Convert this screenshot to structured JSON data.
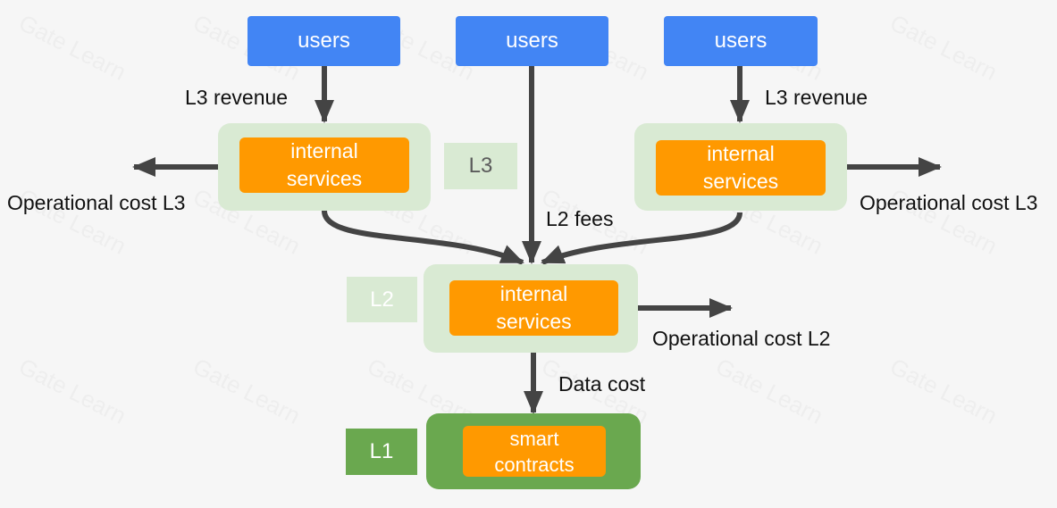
{
  "users": [
    "users",
    "users",
    "users"
  ],
  "layers": {
    "l3": "L3",
    "l2": "L2",
    "l1": "L1"
  },
  "services": {
    "left": "internal\nservices",
    "right": "internal\nservices",
    "l2": "internal\nservices",
    "l1": "smart\ncontracts"
  },
  "labels": {
    "l3_revenue_left": "L3 revenue",
    "l3_revenue_right": "L3 revenue",
    "l2_fees": "L2 fees",
    "operational_cost_l3_left": "Operational cost L3",
    "operational_cost_l3_right": "Operational cost L3",
    "operational_cost_l2": "Operational cost L2",
    "data_cost": "Data cost"
  },
  "watermark": "Gate Learn",
  "colors": {
    "users": "#4285f4",
    "service": "#ff9900",
    "layer_light": "#d9ead3",
    "layer_dark": "#6aa84f",
    "arrow": "#444444"
  }
}
